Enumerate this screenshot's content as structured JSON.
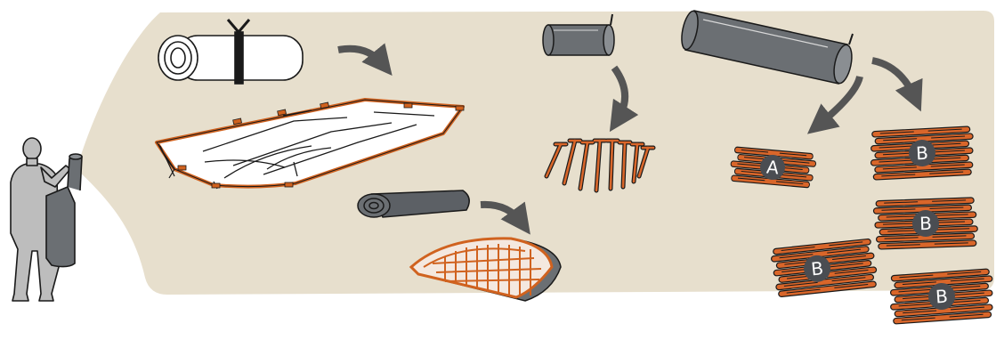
{
  "colors": {
    "panel": "#e7dfcd",
    "person": "#bdbdbd",
    "outline": "#1a1a1a",
    "canvas": "#ffffff",
    "edge_orange": "#d0621f",
    "pole_orange": "#d9662a",
    "bag_grey": "#6b6f73",
    "arrow_grey": "#555555",
    "badge_grey": "#4a4d52",
    "badge_text": "#ffffff"
  },
  "labels": {
    "a": "A",
    "b1": "B",
    "b2": "B",
    "b3": "B",
    "b4": "B"
  },
  "icons": [
    "person-with-bag-icon",
    "rolled-mat-icon",
    "flat-tent-body-icon",
    "stake-bag-icon",
    "stakes-icon",
    "pole-bag-icon",
    "pole-bundle-icon",
    "rolled-groundsheet-icon",
    "round-mesh-icon",
    "arrow-icon"
  ]
}
